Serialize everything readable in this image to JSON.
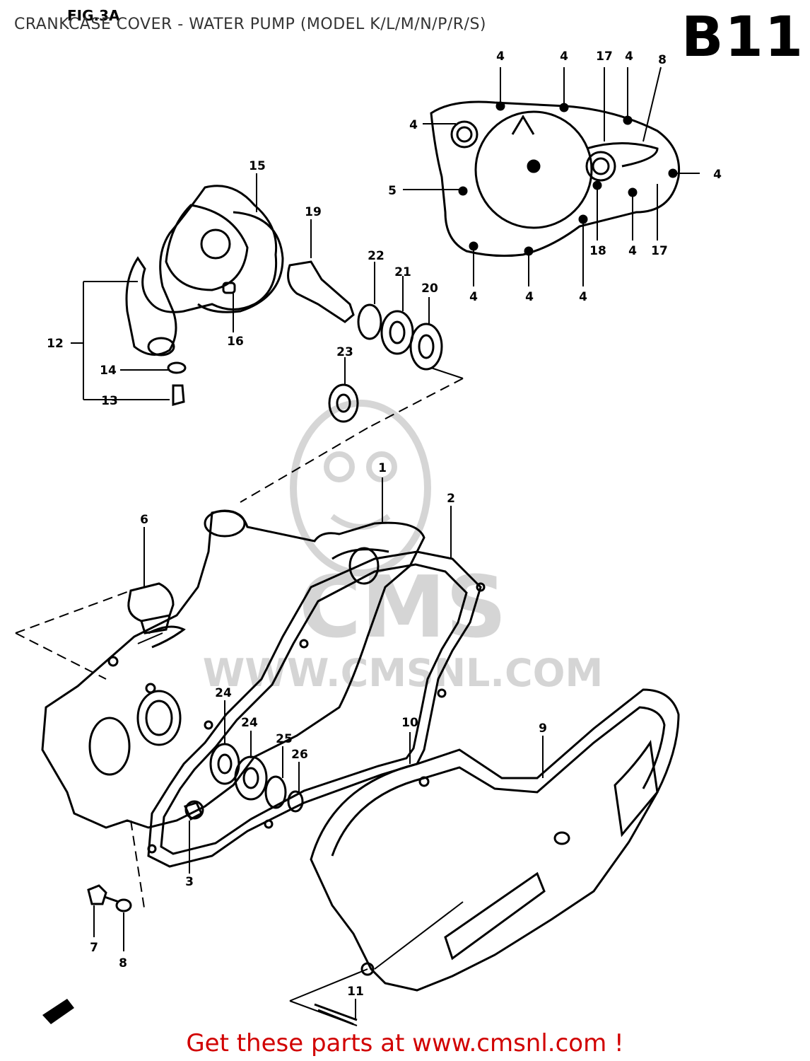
{
  "header": {
    "fig_label": "FIG.3A",
    "title": "CRANKCASE COVER - WATER PUMP (MODEL K/L/M/N/P/R/S)",
    "page_code": "B11"
  },
  "footer": {
    "text": "Get these parts at www.cmsnl.com !"
  },
  "watermark": {
    "brand": "CMS",
    "url": "WWW.CMSNL.COM"
  },
  "callouts": {
    "c4a": "4",
    "c4b": "4",
    "c17a": "17",
    "c4c": "4",
    "c8": "8",
    "c4d": "4",
    "c4e": "4",
    "c5": "5",
    "c18": "18",
    "c4f": "4",
    "c17b": "17",
    "c4g": "4",
    "c4h": "4",
    "c4i": "4",
    "c15": "15",
    "c19": "19",
    "c22": "22",
    "c21": "21",
    "c20": "20",
    "c16": "16",
    "c12": "12",
    "c14": "14",
    "c13": "13",
    "c23": "23",
    "c1": "1",
    "c2": "2",
    "c6": "6",
    "c24a": "24",
    "c24b": "24",
    "c25": "25",
    "c26": "26",
    "c10": "10",
    "c9": "9",
    "c3": "3",
    "c7": "7",
    "c8b": "8",
    "c11": "11"
  }
}
